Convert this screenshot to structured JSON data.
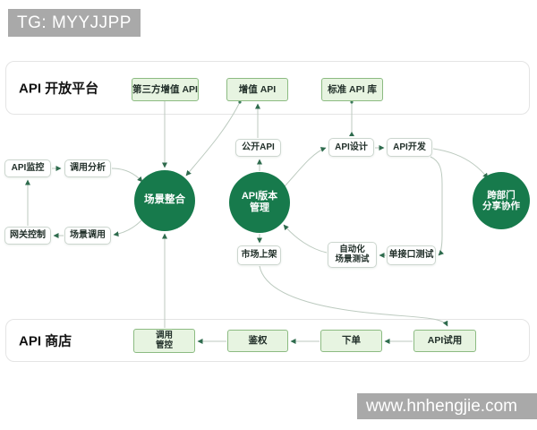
{
  "watermarks": {
    "telegram_badge": "TG: MYYJJPP",
    "website": "www.hnhengjie.com"
  },
  "sections": {
    "open_platform": {
      "title": "API 开放平台"
    },
    "api_store": {
      "title": "API 商店"
    }
  },
  "nodes": {
    "third_party_value_api": {
      "label": "第三方增值 API"
    },
    "value_api": {
      "label": "增值 API"
    },
    "standard_api_lib": {
      "label": "标准 API 库"
    },
    "api_monitor": {
      "label": "API监控"
    },
    "call_analysis": {
      "label": "调用分析"
    },
    "gateway_control": {
      "label": "网关控制"
    },
    "scene_call": {
      "label": "场景调用"
    },
    "scene_integration": {
      "label": "场景整合"
    },
    "public_api": {
      "label": "公开API"
    },
    "api_version_mgmt": {
      "label": "API版本\n管理"
    },
    "api_design": {
      "label": "API设计"
    },
    "api_dev": {
      "label": "API开发"
    },
    "cross_dept_share": {
      "label": "跨部门\n分享协作"
    },
    "market_listing": {
      "label": "市场上架"
    },
    "auto_scene_test": {
      "label": "自动化\n场景测试"
    },
    "single_api_test": {
      "label": "单接口测试"
    },
    "call_control": {
      "label": "调用\n管控"
    },
    "auth": {
      "label": "鉴权"
    },
    "order": {
      "label": "下单"
    },
    "api_trial": {
      "label": "API试用"
    }
  },
  "colors": {
    "circle_green": "#177a4c",
    "box_green_bg": "#e7f4e1",
    "box_green_border": "#8cbb82",
    "wire": "#bccabf",
    "arrow": "#2e6b4d",
    "watermark_gray": "#a9a9a9"
  }
}
